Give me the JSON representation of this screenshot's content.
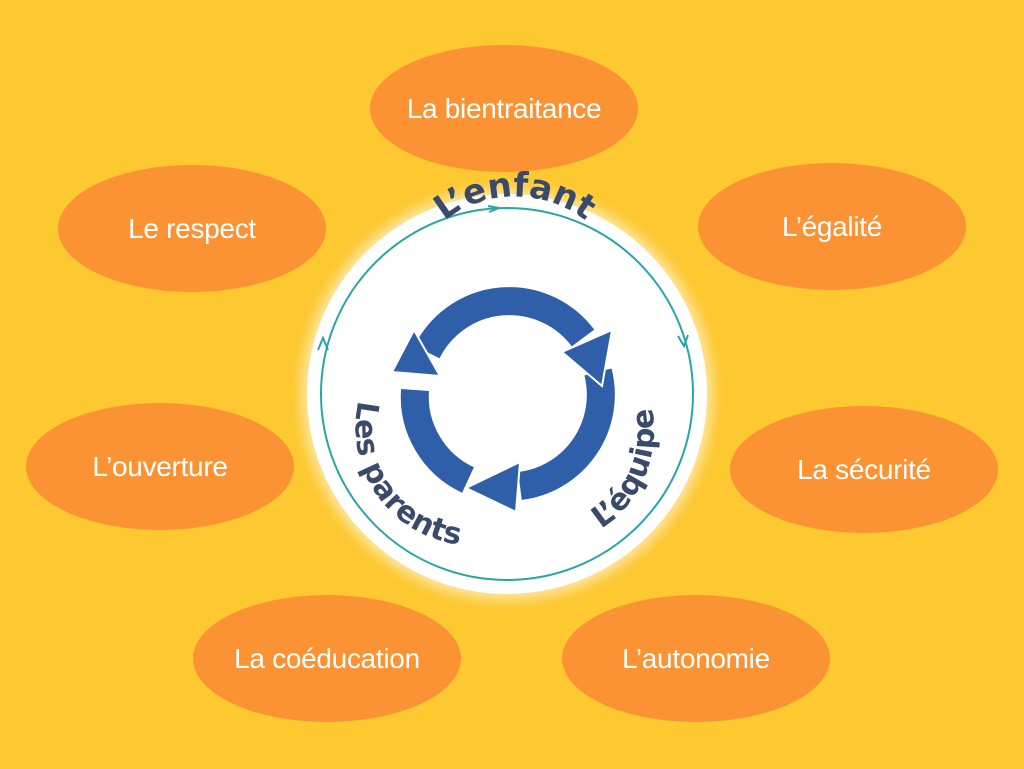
{
  "values": {
    "bientraitance": "La bientraitance",
    "respect": "Le respect",
    "egalite": "L’égalité",
    "ouverture": "L’ouverture",
    "securite": "La sécurité",
    "coeducation": "La coéducation",
    "autonomie": "L’autonomie"
  },
  "cycle": {
    "enfant": "L’enfant",
    "equipe": "L’équipe",
    "parents": "Les parents"
  },
  "colors": {
    "background": "#FDC830",
    "pill": "#FB9234",
    "cycle_arrow": "#2E5FA8",
    "cycle_text": "#3A4A6B",
    "ring": "#2AA5A5"
  }
}
